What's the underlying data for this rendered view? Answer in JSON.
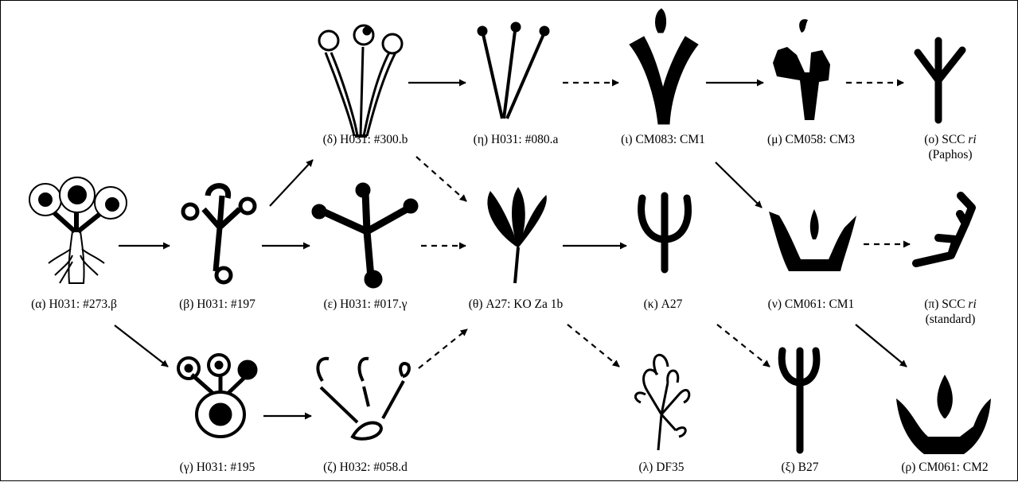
{
  "colors": {
    "ink": "#000000",
    "background": "#ffffff"
  },
  "signs": {
    "alpha": {
      "caption": "(α) H031: #273.β"
    },
    "beta": {
      "caption": "(β) H031: #197"
    },
    "gamma": {
      "caption": "(γ) H031: #195"
    },
    "delta": {
      "caption": "(δ) H031: #300.b"
    },
    "epsilon": {
      "caption": "(ε) H031: #017.γ"
    },
    "zeta": {
      "caption": "(ζ) H032: #058.d"
    },
    "eta": {
      "caption": "(η) H031: #080.a"
    },
    "theta": {
      "caption": "(θ) A27: KO Za 1b"
    },
    "iota": {
      "caption": "(ι) CM083: CM1"
    },
    "kappa": {
      "caption": "(κ) A27"
    },
    "lambda": {
      "caption": "(λ) DF35"
    },
    "mu": {
      "caption": "(μ) CM058: CM3"
    },
    "nu": {
      "caption": "(ν) CM061: CM1"
    },
    "xi": {
      "caption": "(ξ) B27"
    },
    "omicron": {
      "caption_prefix": "(ο) SCC ",
      "caption_italic": "ri",
      "caption_sub": "(Paphos)"
    },
    "pi": {
      "caption_prefix": "(π) SCC ",
      "caption_italic": "ri",
      "caption_sub": "(standard)"
    },
    "rho": {
      "caption": "(ρ) CM061: CM2"
    }
  },
  "arrows": [
    {
      "from": "alpha",
      "to": "beta",
      "style": "solid"
    },
    {
      "from": "alpha",
      "to": "gamma",
      "style": "solid"
    },
    {
      "from": "beta",
      "to": "delta",
      "style": "solid"
    },
    {
      "from": "beta",
      "to": "epsilon",
      "style": "solid"
    },
    {
      "from": "gamma",
      "to": "zeta",
      "style": "solid"
    },
    {
      "from": "delta",
      "to": "eta",
      "style": "solid"
    },
    {
      "from": "delta",
      "to": "theta",
      "style": "dashed"
    },
    {
      "from": "epsilon",
      "to": "theta",
      "style": "dashed"
    },
    {
      "from": "zeta",
      "to": "theta",
      "style": "dashed"
    },
    {
      "from": "eta",
      "to": "iota",
      "style": "dashed"
    },
    {
      "from": "iota",
      "to": "mu",
      "style": "solid"
    },
    {
      "from": "iota",
      "to": "nu",
      "style": "solid"
    },
    {
      "from": "mu",
      "to": "omicron",
      "style": "dashed"
    },
    {
      "from": "theta",
      "to": "kappa",
      "style": "solid"
    },
    {
      "from": "theta",
      "to": "lambda",
      "style": "dashed"
    },
    {
      "from": "kappa",
      "to": "xi",
      "style": "dashed"
    },
    {
      "from": "nu",
      "to": "pi",
      "style": "dashed"
    },
    {
      "from": "nu",
      "to": "rho",
      "style": "solid"
    }
  ]
}
